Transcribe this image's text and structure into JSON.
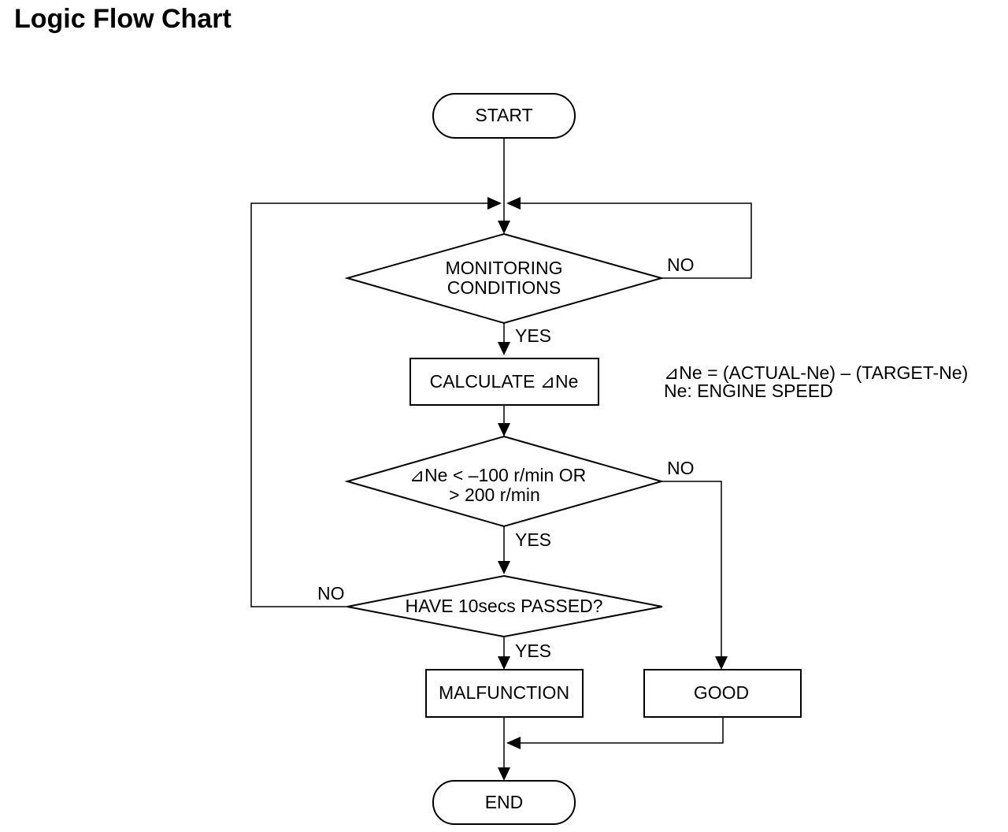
{
  "title": "Logic Flow Chart",
  "nodes": {
    "start": "START",
    "monitoring": [
      "MONITORING",
      "CONDITIONS"
    ],
    "calculate": "CALCULATE ⊿Ne",
    "threshold": [
      "⊿Ne < –100 r/min OR",
      "> 200 r/min"
    ],
    "timer": "HAVE 10secs PASSED?",
    "malfunction": "MALFUNCTION",
    "good": "GOOD",
    "end": "END"
  },
  "labels": {
    "monitoring_yes": "YES",
    "monitoring_no": "NO",
    "threshold_yes": "YES",
    "threshold_no": "NO",
    "timer_yes": "YES",
    "timer_no": "NO"
  },
  "notes": [
    "⊿Ne = (ACTUAL-Ne) – (TARGET-Ne)",
    "Ne: ENGINE SPEED"
  ]
}
